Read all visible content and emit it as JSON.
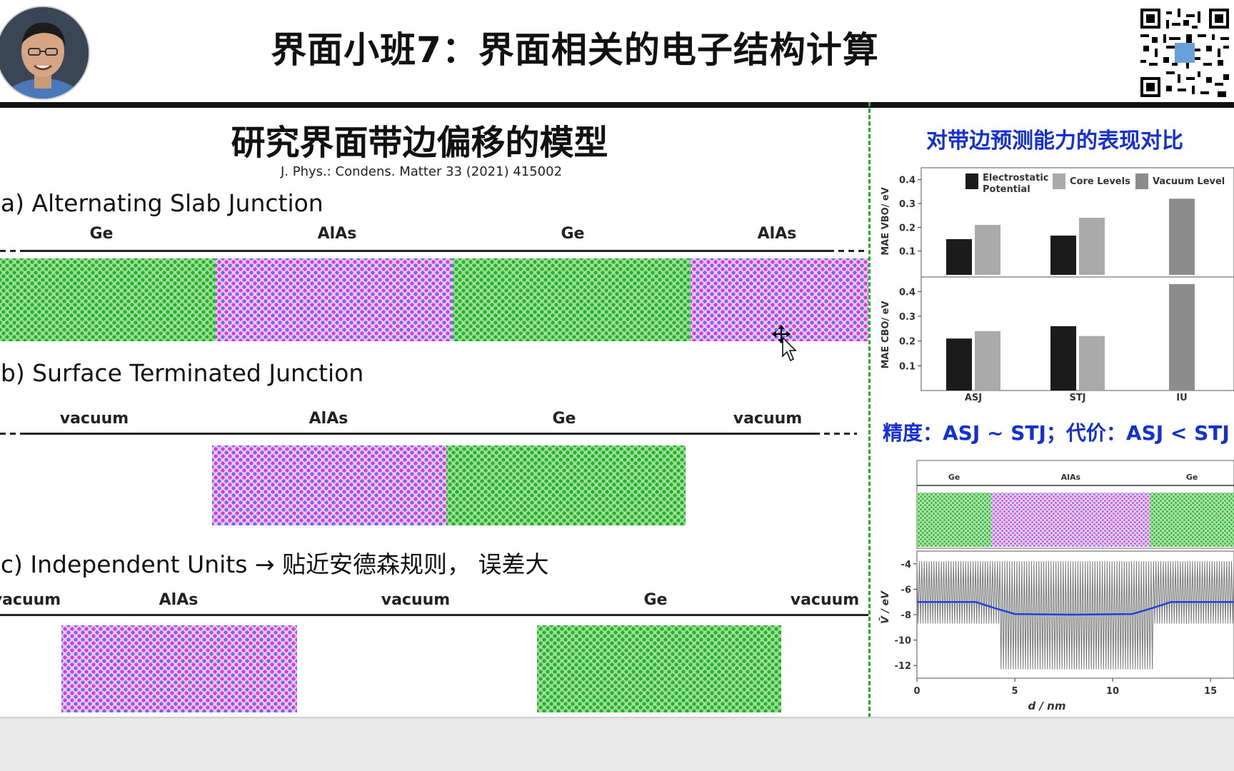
{
  "header": {
    "title": "界面小班7：界面相关的电子结构计算"
  },
  "section": {
    "title": "研究界面带边偏移的模型",
    "reference": "J. Phys.: Condens. Matter 33 (2021) 415002"
  },
  "panel_a": {
    "label": "(a)  Alternating Slab Junction",
    "segments": [
      "Ge",
      "AlAs",
      "Ge",
      "AlAs"
    ]
  },
  "panel_b": {
    "label": "(b) Surface Terminated Junction",
    "segments": [
      "vacuum",
      "AlAs",
      "Ge",
      "vacuum"
    ]
  },
  "panel_c": {
    "label": "(c) Independent Units → 贴近安德森规则， 误差大",
    "segments": [
      "vacuum",
      "AlAs",
      "vacuum",
      "Ge",
      "vacuum"
    ]
  },
  "right": {
    "title": "对带边预测能力的表现对比",
    "accuracy_text": "精度：ASJ ~ STJ；代价：ASJ < STJ"
  },
  "colors": {
    "ge": "#28b028",
    "alas_pink": "#d040d0",
    "alas_blue": "#6a6aee",
    "accent_blue": "#1530d0",
    "divider_green": "#22b022"
  },
  "chart_data": [
    {
      "type": "bar",
      "categories": [
        "ASJ",
        "STJ",
        "IU"
      ],
      "series": [
        {
          "name": "Electrostatic Potential",
          "values": [
            0.15,
            0.165,
            null
          ]
        },
        {
          "name": "Core Levels",
          "values": [
            0.21,
            0.24,
            null
          ]
        },
        {
          "name": "Vacuum Level",
          "values": [
            null,
            null,
            0.32
          ]
        }
      ],
      "ylabel": "MAE VBO/ eV",
      "ylim": [
        0,
        0.45
      ],
      "yticks": [
        "0.1",
        "0.2",
        "0.3",
        "0.4"
      ]
    },
    {
      "type": "bar",
      "categories": [
        "ASJ",
        "STJ",
        "IU"
      ],
      "series": [
        {
          "name": "Electrostatic Potential",
          "values": [
            0.21,
            0.26,
            null
          ]
        },
        {
          "name": "Core Levels",
          "values": [
            0.24,
            0.22,
            null
          ]
        },
        {
          "name": "Vacuum Level",
          "values": [
            null,
            null,
            0.43
          ]
        }
      ],
      "ylabel": "MAE CBO/ eV",
      "ylim": [
        0,
        0.45
      ],
      "yticks": [
        "0.1",
        "0.2",
        "0.3",
        "0.4"
      ]
    },
    {
      "type": "line",
      "xlabel": "d / nm",
      "ylabel": "V̄ / eV",
      "xlim": [
        0,
        16.2
      ],
      "ylim": [
        -13,
        -3
      ],
      "xticks": [
        "0",
        "5",
        "10",
        "15"
      ],
      "yticks": [
        "-4",
        "-6",
        "-8",
        "-10",
        "-12"
      ],
      "segments": [
        "Ge",
        "AlAs",
        "Ge"
      ],
      "series": [
        {
          "name": "",
          "x": [
            0,
            3,
            4,
            5,
            8,
            11,
            12,
            13,
            16.2
          ],
          "values": [
            -7.0,
            -7.0,
            -7.5,
            -7.95,
            -8.0,
            -7.95,
            -7.5,
            -7.0,
            -7.0
          ]
        }
      ]
    }
  ]
}
